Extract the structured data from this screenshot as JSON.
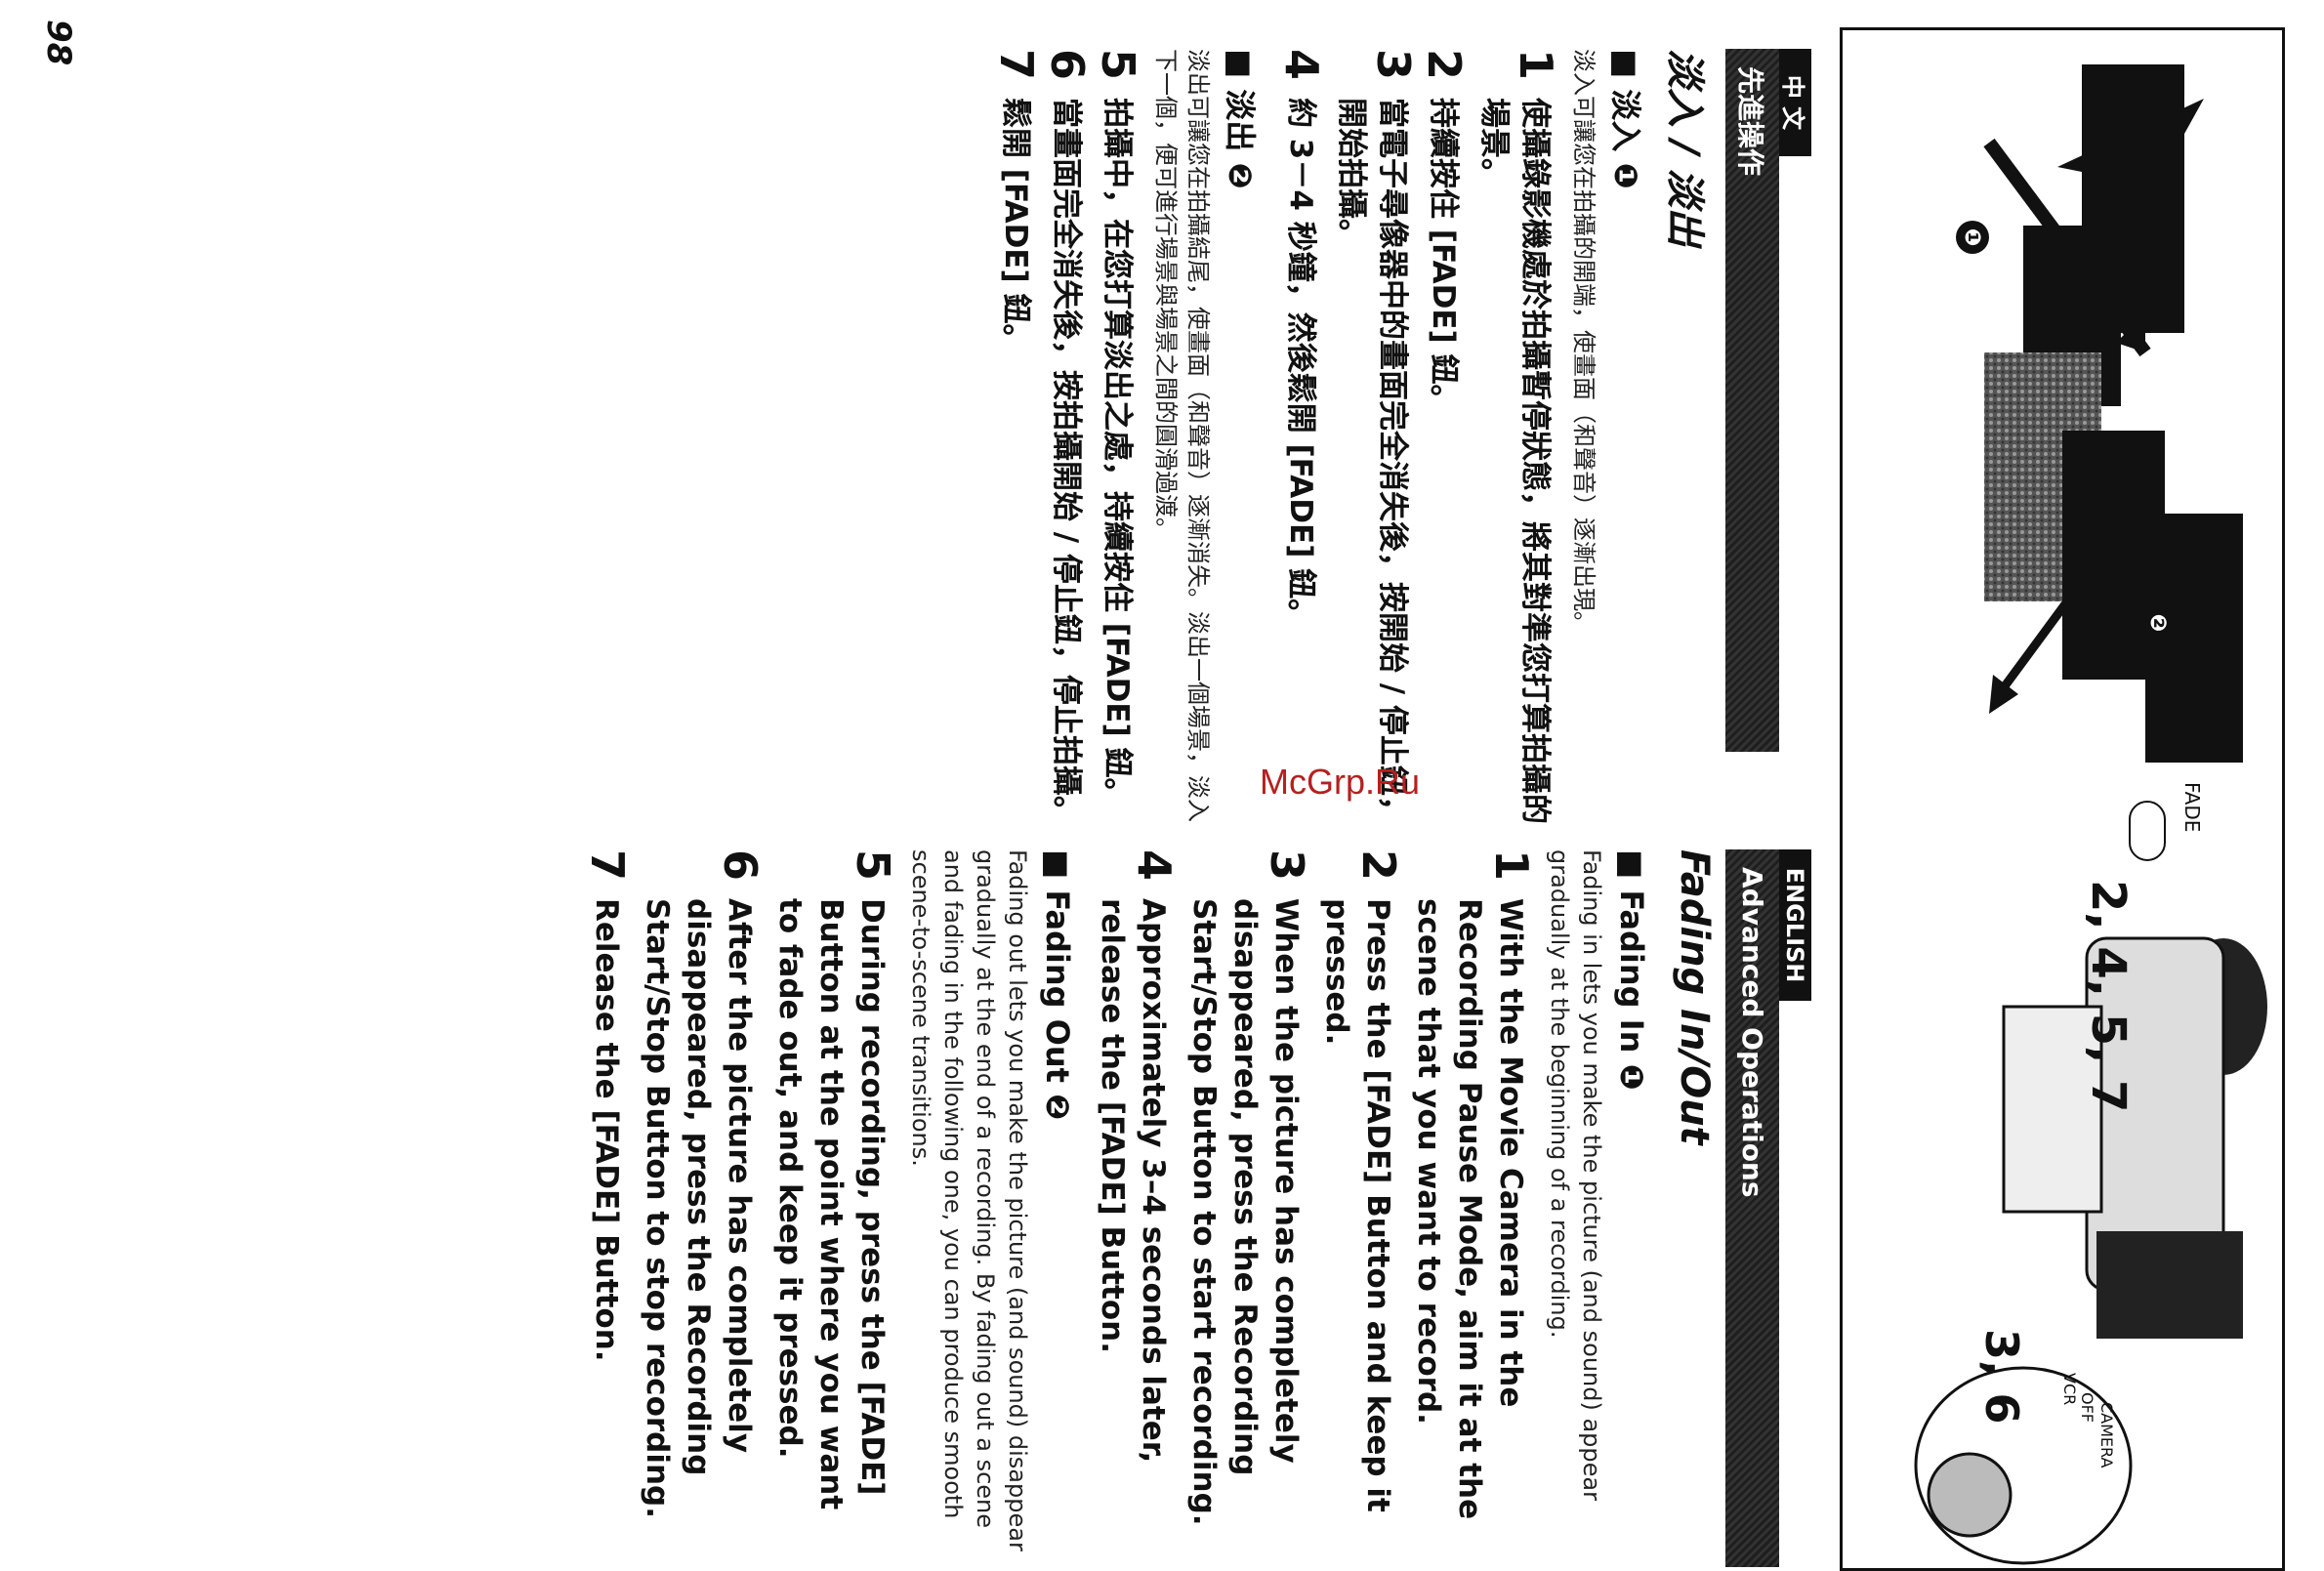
{
  "page_number": "98",
  "figure": {
    "badge_in": "❶",
    "badge_out": "❷",
    "fade_label": "FADE",
    "callout_a": "2, 4, 5, 7",
    "callout_b": "3, 6",
    "dial_camera": "CAMERA",
    "dial_off": "OFF",
    "dial_vcr": "VCR"
  },
  "watermark": "McGrp.Ru",
  "english": {
    "lang_tab": "ENGLISH",
    "band": "Advanced Operations",
    "title": "Fading In/Out",
    "fade_in_heading": "■ Fading In ❶",
    "fade_in_intro": "Fading in lets you make the picture (and sound) appear gradually at the beginning of a recording.",
    "steps_in": [
      {
        "n": "1",
        "t": "With the Movie Camera in the Recording Pause Mode, aim it at the scene that you want to record."
      },
      {
        "n": "2",
        "t": "Press the [FADE] Button and keep it pressed."
      },
      {
        "n": "3",
        "t": "When the picture has completely disappeared, press the Recording Start/Stop Button to start recording."
      },
      {
        "n": "4",
        "t": "Approximately 3–4 seconds later, release the [FADE] Button."
      }
    ],
    "fade_out_heading": "■ Fading Out ❷",
    "fade_out_intro": "Fading out lets you make the picture (and sound) disappear gradually at the end of a recording. By fading out a scene and fading in the following one, you can produce smooth scene-to-scene transitions.",
    "steps_out": [
      {
        "n": "5",
        "t": "During recording, press the [FADE] Button at the point where you want to fade out, and keep it pressed."
      },
      {
        "n": "6",
        "t": "After the picture has completely disappeared, press the Recording Start/Stop Button to stop recording."
      },
      {
        "n": "7",
        "t": "Release the [FADE] Button."
      }
    ]
  },
  "chinese": {
    "lang_tab": "中 文",
    "band": "先進操作",
    "title": "淡入 / 淡出",
    "fade_in_heading": "■ 淡入 ❶",
    "fade_in_intro": "淡入可讓您在拍攝的開端，使畫面（和聲音）逐漸出現。",
    "steps_in": [
      {
        "n": "1",
        "t": "使攝錄影機處於拍攝暫停狀態，將其對準您打算拍攝的場景。"
      },
      {
        "n": "2",
        "t": "持續按住 [FADE] 鈕。"
      },
      {
        "n": "3",
        "t": "當電子尋像器中的畫面完全消失後，按開始 / 停止鈕，開始拍攝。"
      },
      {
        "n": "4",
        "t": "約 3－4 秒鐘，然後鬆開 [FADE] 鈕。"
      }
    ],
    "fade_out_heading": "■ 淡出 ❷",
    "fade_out_intro": "淡出可讓您在拍攝結尾，使畫面（和聲音）逐漸消失。淡出一個場景，淡入下一個，便可進行場景與場景之間的圓滑過渡。",
    "steps_out": [
      {
        "n": "5",
        "t": "拍攝中，在您打算淡出之處，持續按住 [FADE] 鈕。"
      },
      {
        "n": "6",
        "t": "當畫面完全消失後，按拍攝開始 / 停止鈕，停止拍攝。"
      },
      {
        "n": "7",
        "t": "鬆開 [FADE] 鈕。"
      }
    ]
  }
}
